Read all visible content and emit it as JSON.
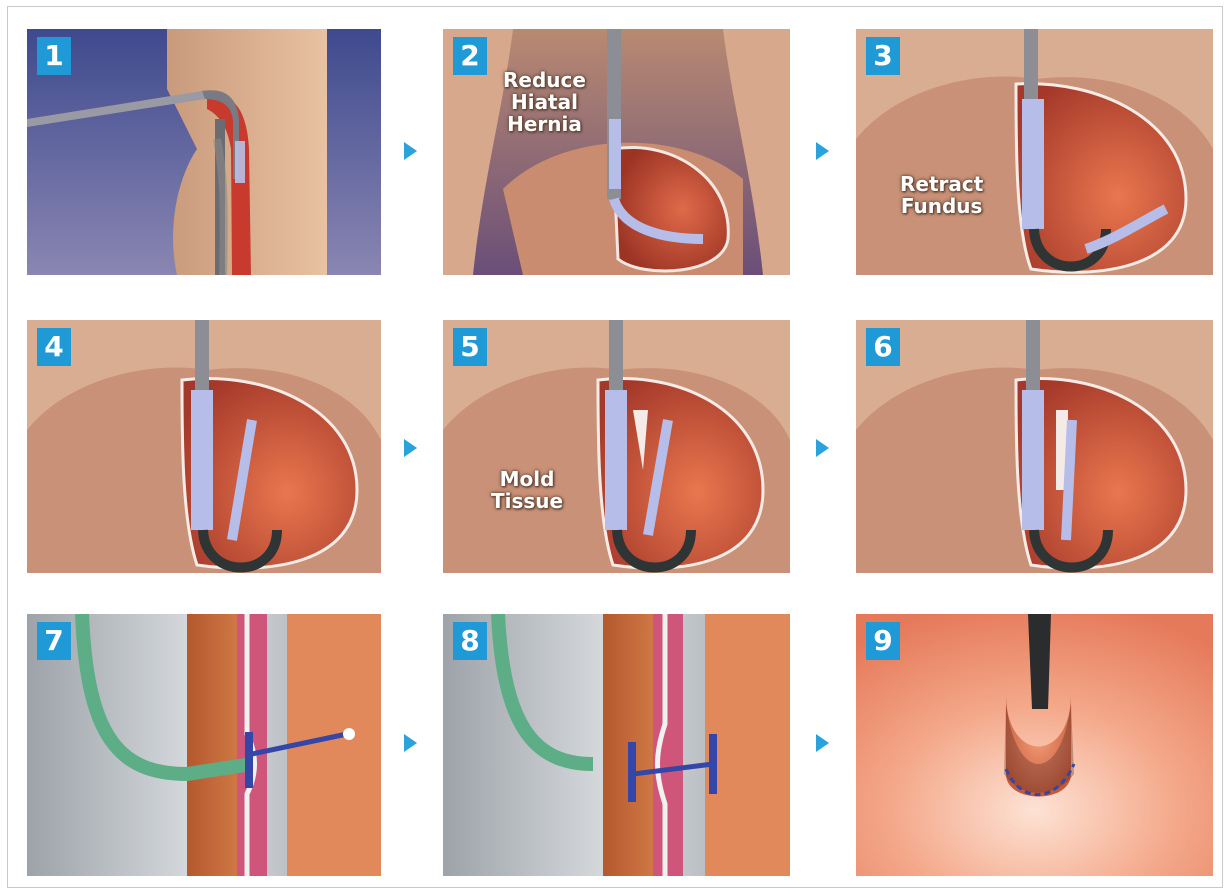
{
  "panels": [
    {
      "num": "1",
      "caption": []
    },
    {
      "num": "2",
      "caption": [
        "Reduce",
        "Hiatal",
        "Hernia"
      ]
    },
    {
      "num": "3",
      "caption": [
        "Retract",
        "Fundus"
      ]
    },
    {
      "num": "4",
      "caption": []
    },
    {
      "num": "5",
      "caption": [
        "Mold",
        "Tissue"
      ]
    },
    {
      "num": "6",
      "caption": []
    },
    {
      "num": "7",
      "caption": []
    },
    {
      "num": "8",
      "caption": []
    },
    {
      "num": "9",
      "caption": []
    }
  ],
  "colors": {
    "badge": "#1f9ad6",
    "arrow": "#2aa3dc"
  },
  "icons": {
    "step_arrow": "right-triangle-arrow"
  }
}
